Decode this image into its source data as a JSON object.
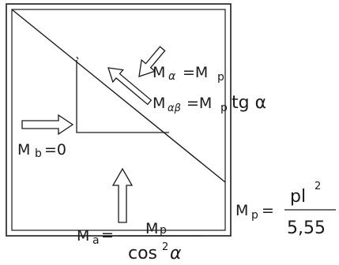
{
  "labels": {
    "m_alpha_main": "M",
    "m_alpha_sub": "α",
    "m_alpha_eq": "=M",
    "m_alpha_p": "p",
    "m_alphabeta_main": "M",
    "m_alphabeta_sub": "αβ",
    "m_alphabeta_eq": "=M",
    "m_alphabeta_p": "p",
    "m_alphabeta_tail": "tg α",
    "m_b_main": "M",
    "m_b_sub": "b",
    "m_b_eq": "=0",
    "m_a_main": "M",
    "m_a_sub": "a",
    "m_a_eq": "=",
    "m_a_num_main": "M",
    "m_a_num_sub": "p",
    "m_a_den": "cos",
    "m_a_den_exp": "2",
    "m_a_den_alpha": "α",
    "m_p_main": "M",
    "m_p_sub": "p",
    "m_p_eq": "=",
    "m_p_num": "pl",
    "m_p_num_exp": "2",
    "m_p_den": "5,55"
  },
  "colors": {
    "ink": "#1a1a1a",
    "background": "#ffffff"
  }
}
